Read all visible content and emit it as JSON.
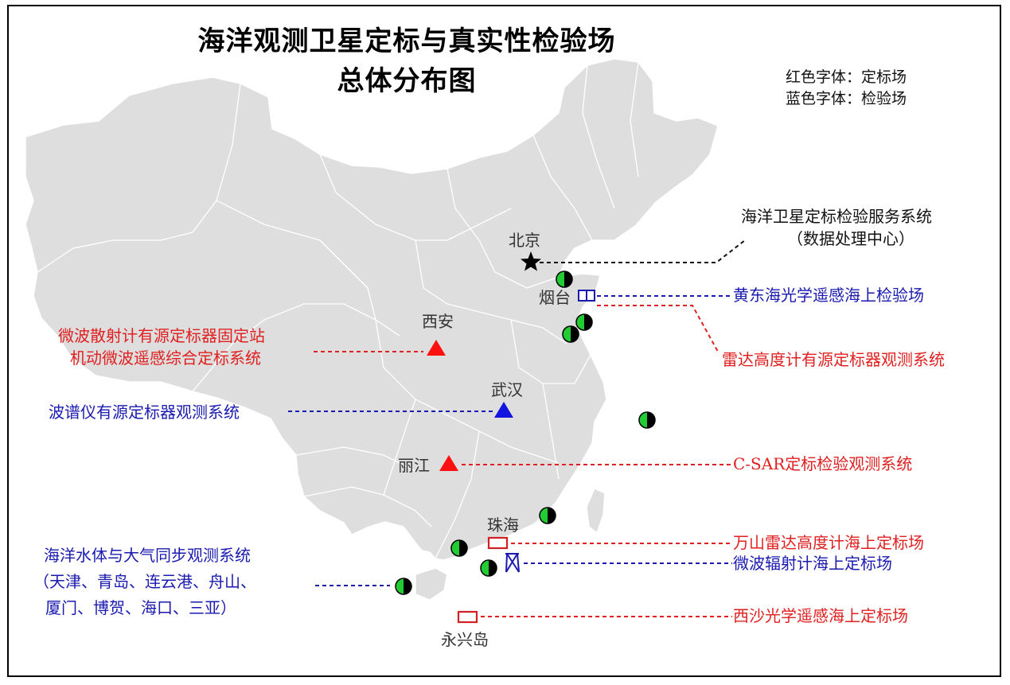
{
  "title": {
    "line1": "海洋观测卫星定标与真实性检验场",
    "line2": "总体分布图"
  },
  "legend": {
    "red_text": "红色字体：定标场",
    "blue_text": "蓝色字体：检验场"
  },
  "colors": {
    "red": "#e02020",
    "blue": "#1a1ab0",
    "land": "#dedede",
    "border": "#ffffff",
    "buoy_green": "#22cc33"
  },
  "cities": {
    "beijing": "北京",
    "xian": "西安",
    "wuhan": "武汉",
    "lijiang": "丽江",
    "yantai": "烟台",
    "zhuhai": "珠海",
    "yongxing": "永兴岛"
  },
  "systems": {
    "data_center_1": "海洋卫星定标检验服务系统",
    "data_center_2": "（数据处理中心）",
    "huangdonghai": "黄东海光学遥感海上检验场",
    "radar_altimeter": "雷达高度计有源定标器观测系统",
    "scatterometer_1": "微波散射计有源定标器固定站",
    "scatterometer_2": "机动微波遥感综合定标系统",
    "wave_spectrometer": "波谱仪有源定标器观测系统",
    "csar": "C-SAR定标检验观测系统",
    "wanshan": "万山雷达高度计海上定标场",
    "microwave_radiometer": "微波辐射计海上定标场",
    "xisha": "西沙光学遥感海上定标场",
    "synchronous_1": "海洋水体与大气同步观测系统",
    "synchronous_2": "（天津、青岛、连云港、舟山、",
    "synchronous_3": "厦门、博贺、海口、三亚）"
  },
  "icons": [
    "star-icon",
    "triangle-icon",
    "buoy-icon",
    "platform-icon",
    "radiometer-tower-icon"
  ]
}
